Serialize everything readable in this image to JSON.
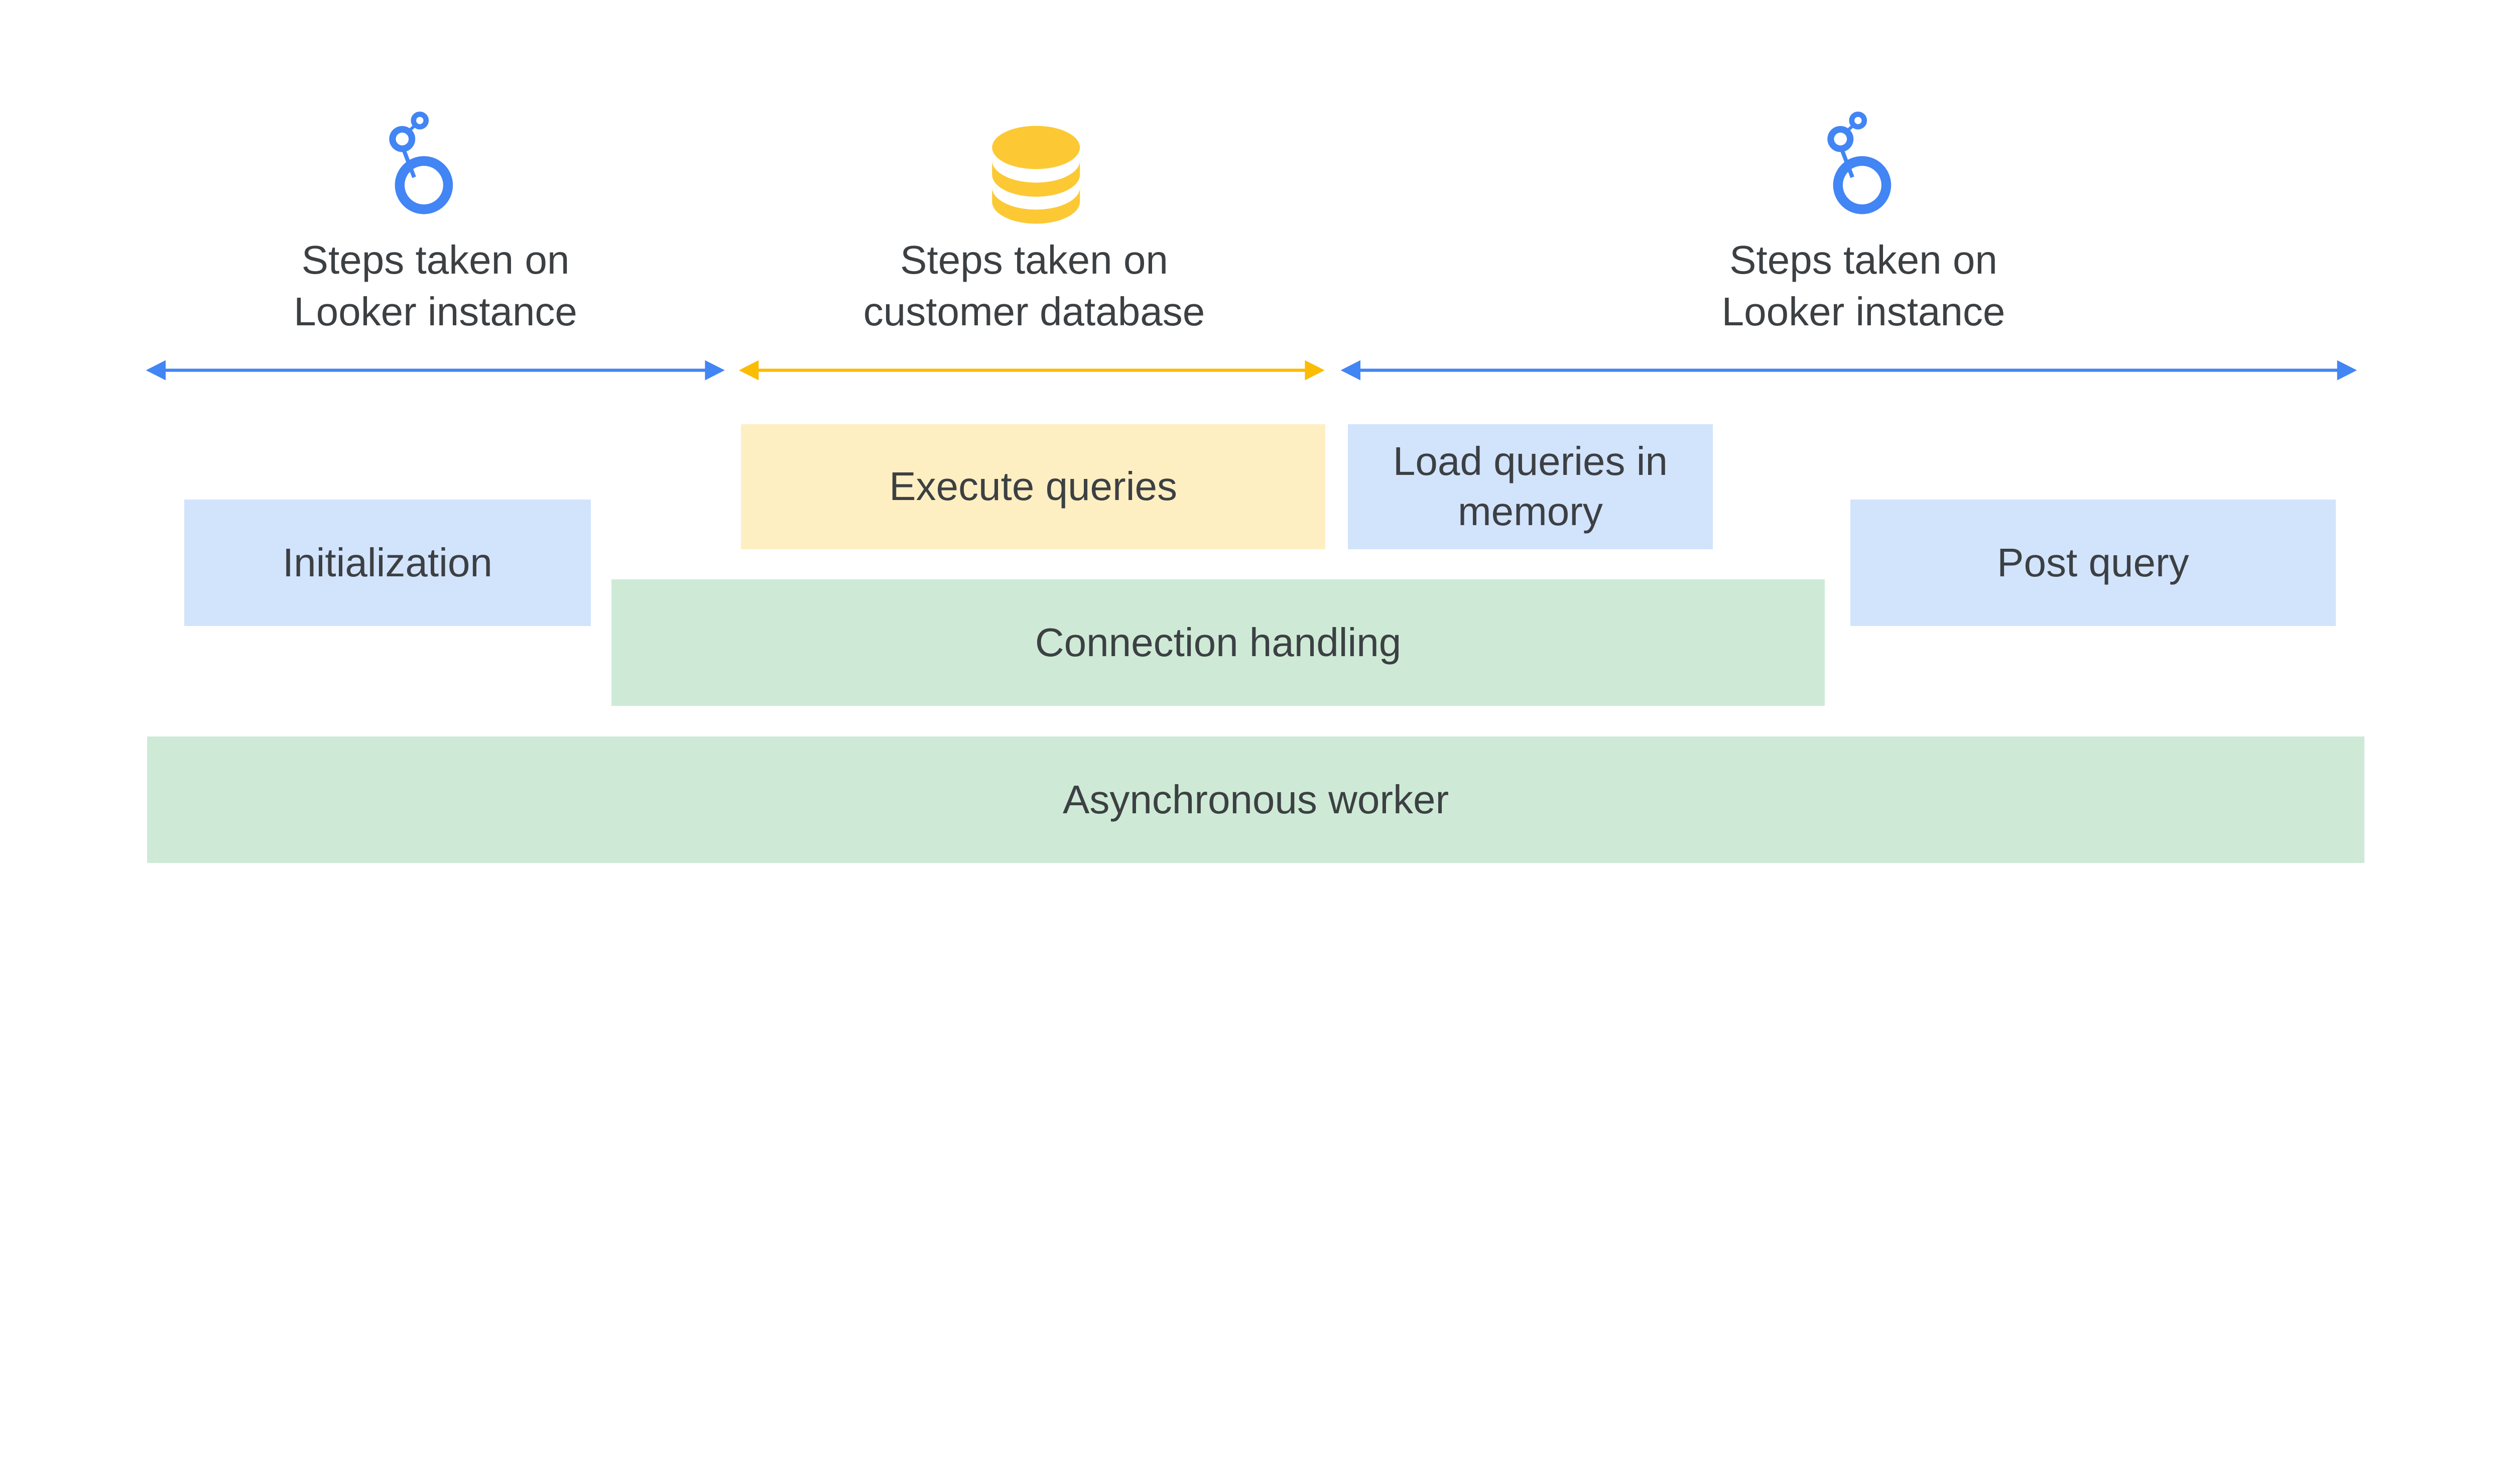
{
  "colors": {
    "looker_blue": "#4285f4",
    "database_yellow": "#fbbc04",
    "blue_box": "#d2e3fc",
    "yellow_box": "#feefc3",
    "green_box": "#ceead6",
    "text": "#3c4043"
  },
  "sections": [
    {
      "icon": "looker-logo-icon",
      "line1": "Steps taken on",
      "line2": "Looker instance"
    },
    {
      "icon": "database-icon",
      "line1": "Steps taken on",
      "line2": "customer database"
    },
    {
      "icon": "looker-logo-icon",
      "line1": "Steps taken on",
      "line2": "Looker instance"
    }
  ],
  "boxes": {
    "initialization": "Initialization",
    "execute_queries": "Execute queries",
    "load_queries": "Load queries in memory",
    "post_query": "Post query",
    "connection_handling": "Connection handling",
    "async_worker": "Asynchronous worker"
  }
}
